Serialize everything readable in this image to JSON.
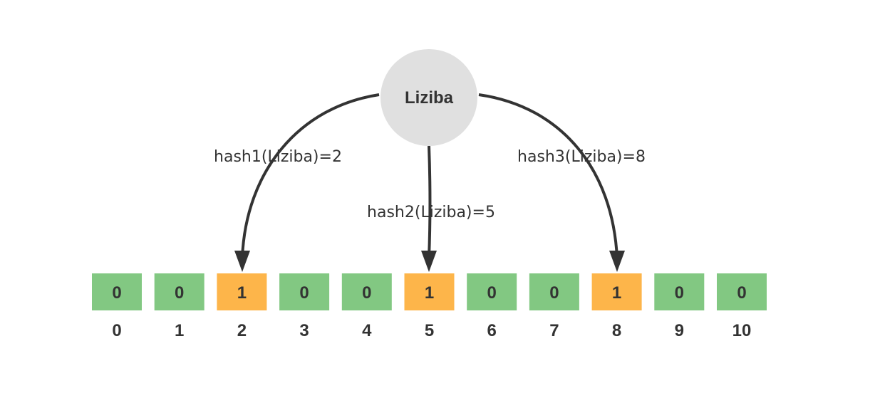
{
  "diagram": {
    "node": {
      "label": "Liziba",
      "fill": "#e0e0e0"
    },
    "colors": {
      "bit_zero": "#82c882",
      "bit_one": "#fdb54a",
      "arrow": "#333333",
      "text": "#333333"
    },
    "edges": [
      {
        "label": "hash1(Liziba)=2",
        "target": 2
      },
      {
        "label": "hash2(Liziba)=5",
        "target": 5
      },
      {
        "label": "hash3(Liziba)=8",
        "target": 8
      }
    ],
    "bits": [
      {
        "index": "0",
        "value": "0"
      },
      {
        "index": "1",
        "value": "0"
      },
      {
        "index": "2",
        "value": "1"
      },
      {
        "index": "3",
        "value": "0"
      },
      {
        "index": "4",
        "value": "0"
      },
      {
        "index": "5",
        "value": "1"
      },
      {
        "index": "6",
        "value": "0"
      },
      {
        "index": "7",
        "value": "0"
      },
      {
        "index": "8",
        "value": "1"
      },
      {
        "index": "9",
        "value": "0"
      },
      {
        "index": "10",
        "value": "0"
      }
    ]
  }
}
